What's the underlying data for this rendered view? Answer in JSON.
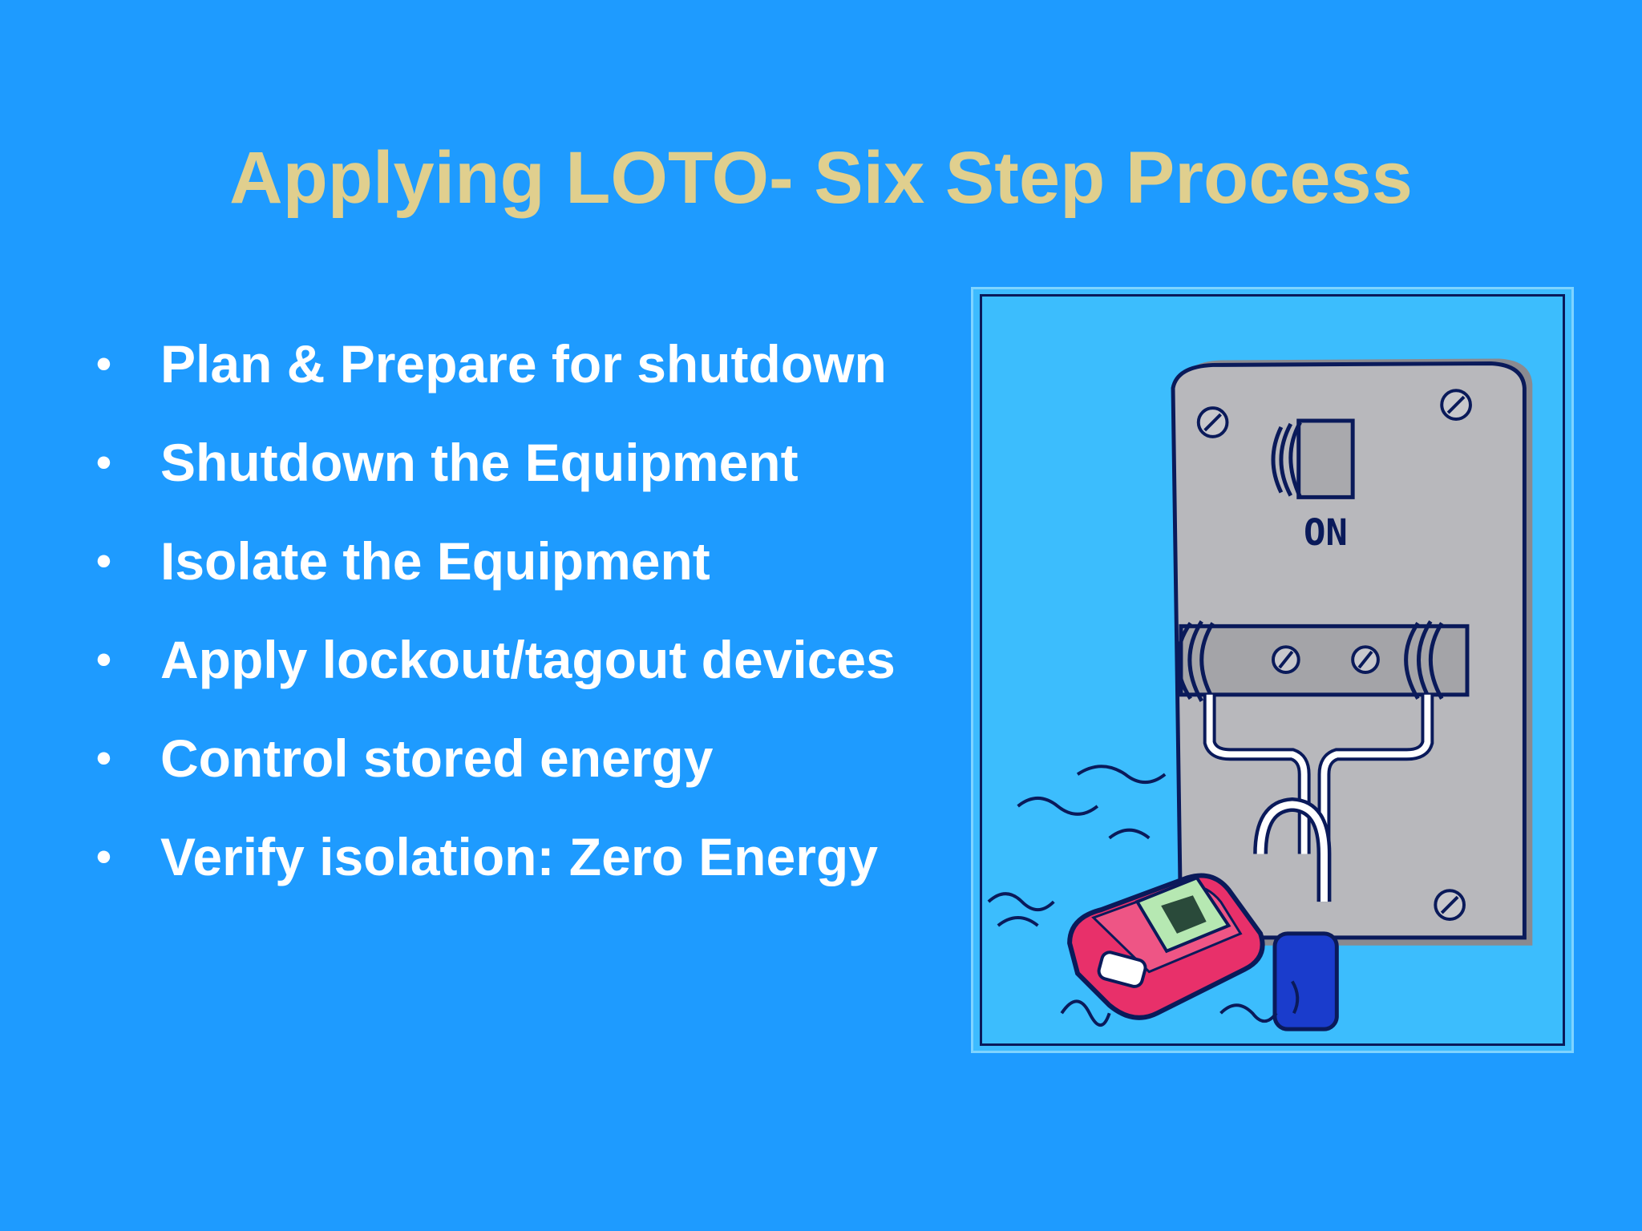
{
  "slide": {
    "title": "Applying LOTO- Six Step Process",
    "bullets": [
      "Plan & Prepare for shutdown",
      "Shutdown the Equipment",
      "Isolate the Equipment",
      "Apply lockout/tagout devices",
      "Control stored energy",
      "Verify isolation: Zero Energy"
    ],
    "bullet_glyph": "•",
    "illustration": {
      "switch_label": "ON",
      "icon": "lockout-padlock-switch-illustration"
    }
  },
  "colors": {
    "background": "#1e9bff",
    "title": "#e0cf8e",
    "bullet_text": "#ffffff",
    "illustration_bg": "#3cbdfd",
    "switch_plate": "#b8b8bc",
    "padlock_red": "#e8306a",
    "padlock_blue": "#1a3ccc"
  }
}
